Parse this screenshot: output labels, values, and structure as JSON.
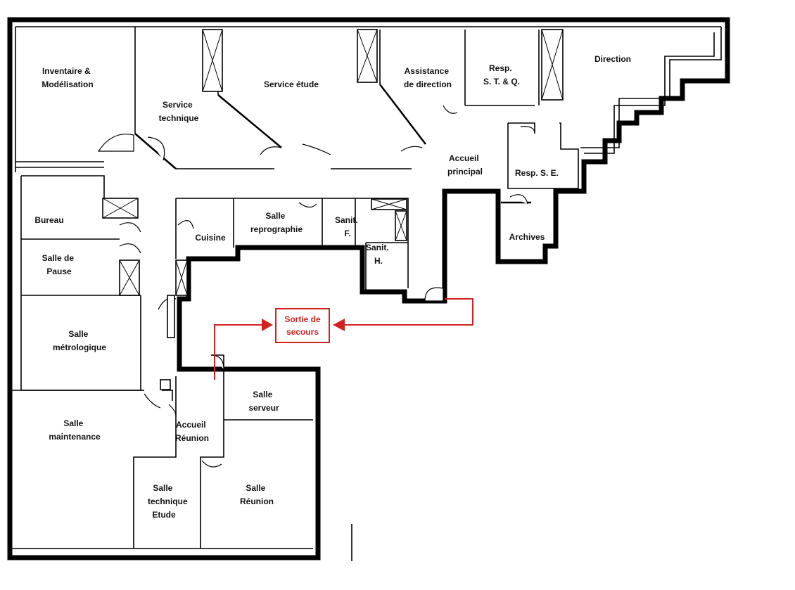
{
  "rooms": {
    "inventaire": [
      "Inventaire  &",
      "Modélisation"
    ],
    "service_technique": [
      "Service",
      "technique"
    ],
    "service_etude": [
      "Service étude"
    ],
    "assistance": [
      "Assistance",
      "de direction"
    ],
    "resp_stq": [
      "Resp.",
      "S. T. & Q."
    ],
    "direction": [
      "Direction"
    ],
    "accueil_principal": [
      "Accueil",
      "principal"
    ],
    "resp_se": [
      "Resp. S. E."
    ],
    "archives": [
      "Archives"
    ],
    "bureau": [
      "Bureau"
    ],
    "cuisine": [
      "Cuisine"
    ],
    "reprographie": [
      "Salle",
      "reprographie"
    ],
    "sanit_f": [
      "Sanit.",
      "F."
    ],
    "sanit_h": [
      "Sanit.",
      "H."
    ],
    "salle_pause": [
      "Salle de",
      "Pause"
    ],
    "metrologique": [
      "Salle",
      "métrologique"
    ],
    "maintenance": [
      "Salle",
      "maintenance"
    ],
    "accueil_reunion": [
      "Accueil",
      "Réunion"
    ],
    "salle_serveur": [
      "Salle",
      "serveur"
    ],
    "tech_etude": [
      "Salle",
      "technique",
      "Etude"
    ],
    "salle_reunion": [
      "Salle",
      "Réunion"
    ]
  },
  "emergency_exit": {
    "label": [
      "Sortie de",
      "secours"
    ],
    "color": "#d42020"
  }
}
